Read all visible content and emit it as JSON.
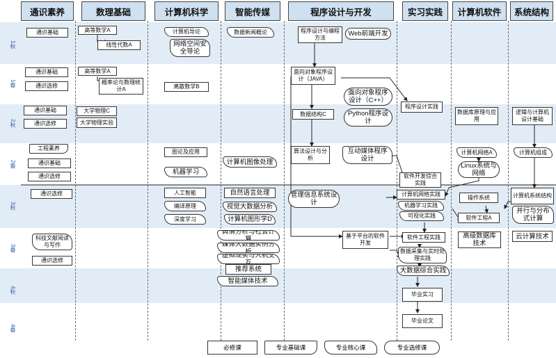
{
  "columns": [
    {
      "key": "general",
      "label": "通识素养"
    },
    {
      "key": "math",
      "label": "数理基础"
    },
    {
      "key": "cs",
      "label": "计算机科学"
    },
    {
      "key": "media",
      "label": "智能传媒"
    },
    {
      "key": "prog",
      "label": "程序设计与开发"
    },
    {
      "key": "practice",
      "label": "实习实践"
    },
    {
      "key": "software",
      "label": "计算机软件"
    },
    {
      "key": "system",
      "label": "系统结构"
    }
  ],
  "rows": [
    {
      "label": "1秋"
    },
    {
      "label": "1春"
    },
    {
      "label": "2秋"
    },
    {
      "label": "2春"
    },
    {
      "label": "3秋"
    },
    {
      "label": "3春"
    },
    {
      "label": "4秋"
    },
    {
      "label": "4春"
    }
  ],
  "courses": {
    "g1": "通识基础",
    "g2": "通识基础",
    "g3": "通识选修",
    "g4": "通识基础",
    "g5": "通识选修",
    "g6": "工程素养",
    "g7": "通识基础",
    "g8": "通识选修",
    "g9": "通识选修",
    "g10": "科技文献阅读与写作",
    "g11": "通识选修",
    "m1": "高等数学A",
    "m2": "线性代数A",
    "m3": "高等数学A",
    "m4": "概率论与数理统计A",
    "m5": "大学物理C",
    "m6": "大学物理实验",
    "c1": "计算机导论",
    "c2": "网络空间安全导论",
    "c3": "离散数学B",
    "c4": "图论及应用",
    "c5": "机器学习",
    "c6": "人工智能",
    "c7": "编译原理",
    "c8": "深度学习",
    "d1": "数据新闻概论",
    "d2": "计算机图像处理",
    "d3": "自然语言处理",
    "d4": "视觉大数据分析",
    "d5": "计算机图形学D",
    "d6": "舆情分析与社会计算",
    "d7": "媒体大数据实例分析",
    "d8": "虚拟现实与人机交互",
    "d9": "推荐系统",
    "d10": "智能媒体技术",
    "p1": "程序设计与编程方法",
    "p2": "Web前端开发",
    "p3": "面向对象程序设计（JAVA）",
    "p4": "面向对象程序设计（C++）",
    "p5": "数据结构C",
    "p6": "Python程序设计",
    "p7": "算法设计与分析",
    "p8": "互动媒体程序设计",
    "p9": "管理信息系统设计",
    "p10": "基于平台的软件开发",
    "s1": "程序设计实践",
    "s2": "软件开发综合实践",
    "s3": "计算机网络实践",
    "s4": "机器学习实践",
    "s5": "可视化实践",
    "s6": "软件工程实践",
    "s7": "数据采集与实时处理实践",
    "s8": "大数据综合实践",
    "s9": "毕业实习",
    "s10": "毕业论文",
    "w1": "数据库原理与应用",
    "w2": "计算机网络A",
    "w3": "Linux系统与网络",
    "w4": "操作系统",
    "w5": "软件工程A",
    "w6": "高级数据库技术",
    "y1": "逻辑与计算机设计基础",
    "y2": "计算机组成",
    "y3": "计算机系统结构",
    "y4": "并行与分布式计算",
    "y5": "云计算技术"
  },
  "legend": [
    "必修课",
    "专业基础课",
    "专业核心课",
    "专业选修课"
  ]
}
